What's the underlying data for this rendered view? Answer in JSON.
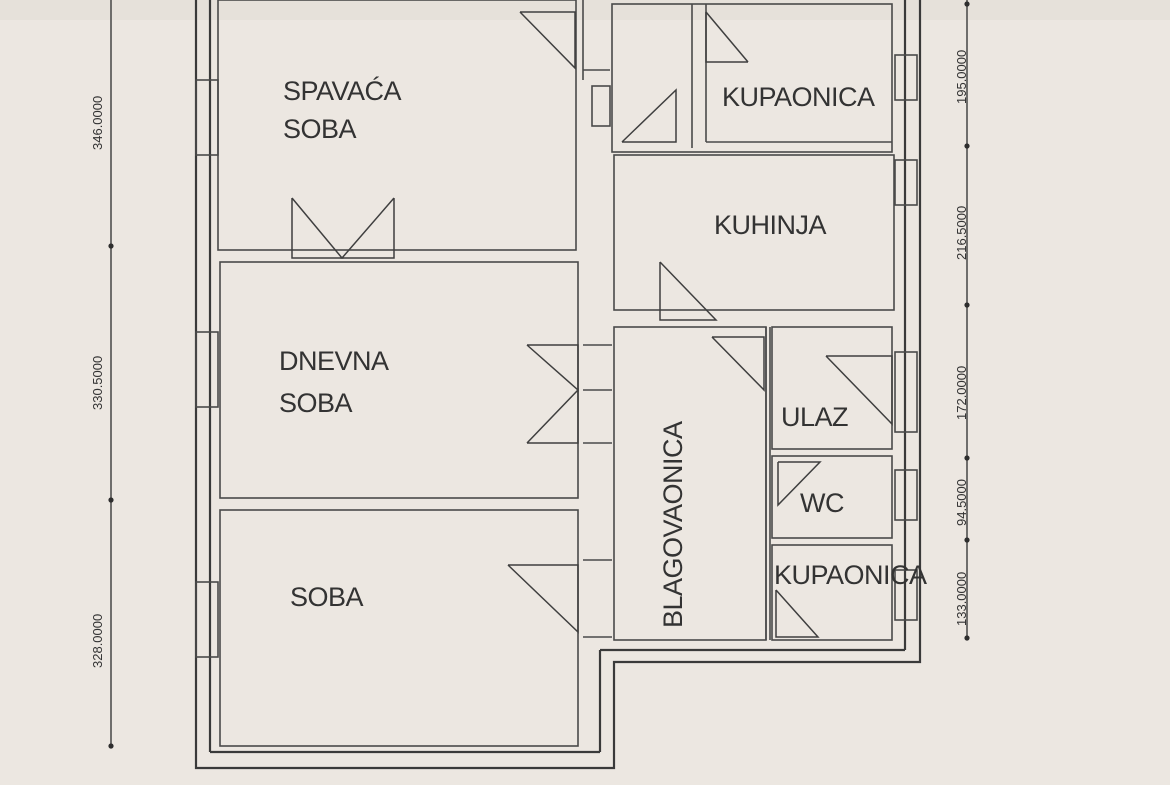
{
  "rooms": {
    "spavaca_line1": "SPAVAĆA",
    "spavaca_line2": "SOBA",
    "kupaonica_top": "KUPAONICA",
    "kuhinja": "KUHINJA",
    "dnevna_line1": "DNEVNA",
    "dnevna_line2": "SOBA",
    "ulaz": "ULAZ",
    "wc": "WC",
    "blagovaonica": "BLAGOVAONICA",
    "soba": "SOBA",
    "kupaonica_bottom": "KUPAONICA"
  },
  "dimensions": {
    "left": [
      "346.0000",
      "330.5000",
      "328.0000"
    ],
    "right": [
      "195.0000",
      "216.5000",
      "172.0000",
      "94.5000",
      "133.0000"
    ]
  },
  "colors": {
    "paper": "#ece7e1",
    "ink": "#333333"
  }
}
